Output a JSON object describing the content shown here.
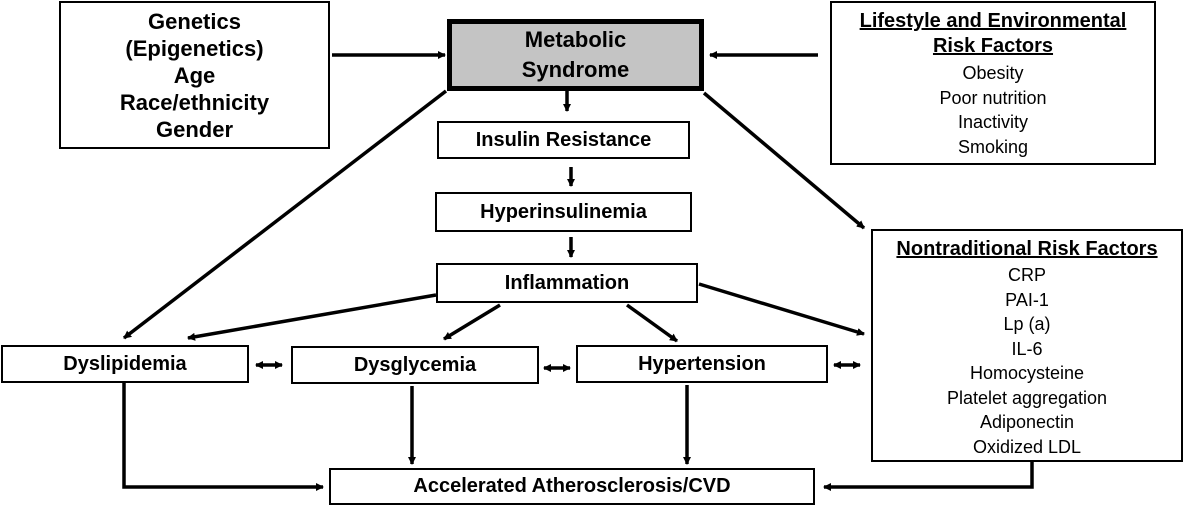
{
  "center": {
    "line1": "Metabolic",
    "line2": "Syndrome"
  },
  "genetics": {
    "lines": [
      "Genetics",
      "(Epigenetics)",
      "Age",
      "Race/ethnicity",
      "Gender"
    ]
  },
  "lifestyle": {
    "heading1": "Lifestyle and Environmental",
    "heading2": "Risk Factors",
    "items": [
      "Obesity",
      "Poor nutrition",
      "Inactivity",
      "Smoking"
    ]
  },
  "chain": {
    "insulin_resistance": "Insulin Resistance",
    "hyperinsulinemia": "Hyperinsulinemia",
    "inflammation": "Inflammation"
  },
  "nontraditional": {
    "heading": "Nontraditional Risk Factors",
    "items": [
      "CRP",
      "PAI-1",
      "Lp (a)",
      "IL-6",
      "Homocysteine",
      "Platelet aggregation",
      "Adiponectin",
      "Oxidized LDL"
    ]
  },
  "outcomes": {
    "dyslipidemia": "Dyslipidemia",
    "dysglycemia": "Dysglycemia",
    "hypertension": "Hypertension"
  },
  "endpoint": {
    "label": "Accelerated Atherosclerosis/CVD"
  },
  "colors": {
    "center_fill": "#c4c4c4",
    "line": "#000000",
    "background": "#ffffff"
  }
}
